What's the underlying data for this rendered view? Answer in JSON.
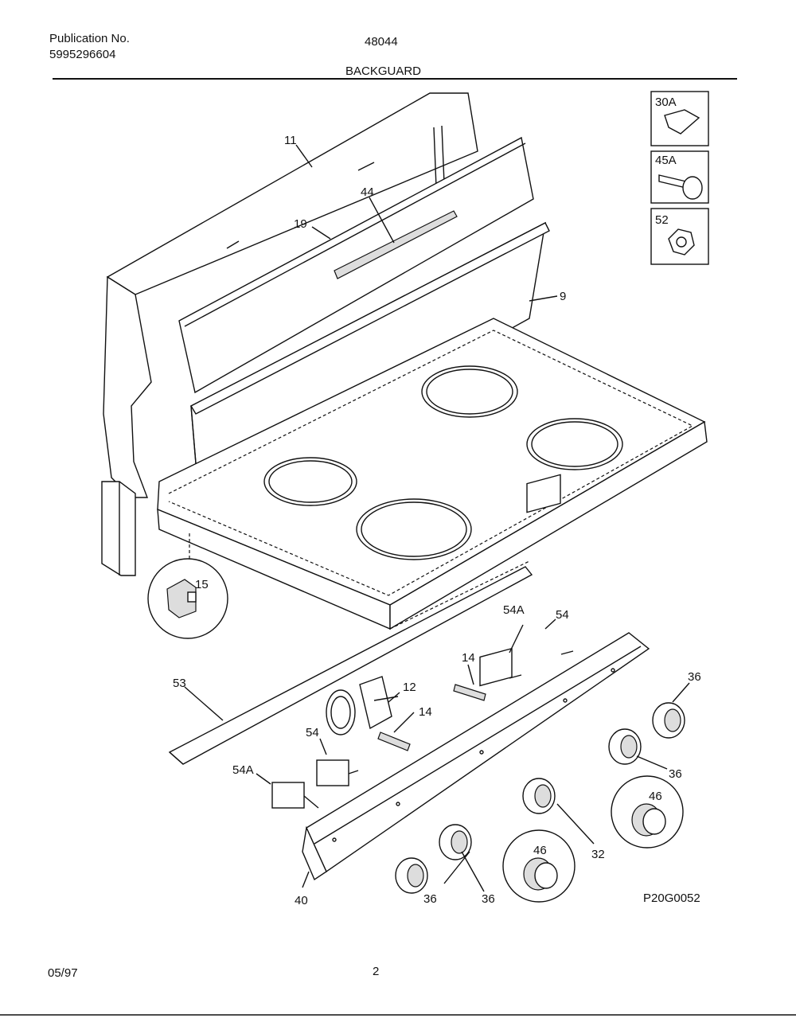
{
  "header": {
    "publication_label": "Publication No.",
    "publication_number": "5995296604",
    "model": "48044",
    "section_title": "BACKGUARD"
  },
  "footer": {
    "date": "05/97",
    "page": "2"
  },
  "diagram": {
    "figure_id": "P20G0052",
    "callouts": [
      "11",
      "44",
      "19",
      "9",
      "15",
      "53",
      "54A",
      "54",
      "14",
      "12",
      "14",
      "54",
      "54A",
      "36",
      "36",
      "46",
      "32",
      "46",
      "36",
      "36",
      "40"
    ],
    "hardware_keys": [
      "30A",
      "45A",
      "52"
    ]
  }
}
